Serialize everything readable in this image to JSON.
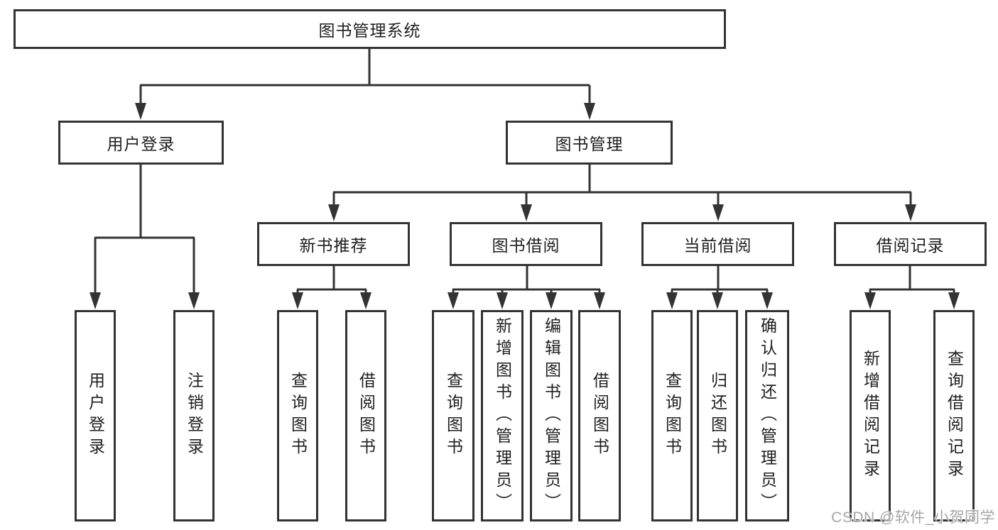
{
  "tree": {
    "root": {
      "label": "图书管理系统"
    },
    "branches": [
      {
        "label": "用户登录",
        "children": [
          {
            "label": "用户登录"
          },
          {
            "label": "注销登录"
          }
        ]
      },
      {
        "label": "图书管理",
        "children": [
          {
            "label": "新书推荐",
            "children": [
              {
                "label": "查询图书"
              },
              {
                "label": "借阅图书"
              }
            ]
          },
          {
            "label": "图书借阅",
            "children": [
              {
                "label": "查询图书"
              },
              {
                "label": "新增图书（管理员）"
              },
              {
                "label": "编辑图书（管理员）"
              },
              {
                "label": "借阅图书"
              }
            ]
          },
          {
            "label": "当前借阅",
            "children": [
              {
                "label": "查询图书"
              },
              {
                "label": "归还图书"
              },
              {
                "label": "确认归还（管理员）"
              }
            ]
          },
          {
            "label": "借阅记录",
            "children": [
              {
                "label": "新增借阅记录"
              },
              {
                "label": "查询借阅记录"
              }
            ]
          }
        ]
      }
    ]
  },
  "watermark": {
    "text": "CSDN @软件_小贺同学"
  },
  "colors": {
    "line": "#333333",
    "box_border": "#333333",
    "box_background": "#ffffff",
    "text": "#1f1f1f",
    "watermark": "#a6a6a6"
  }
}
